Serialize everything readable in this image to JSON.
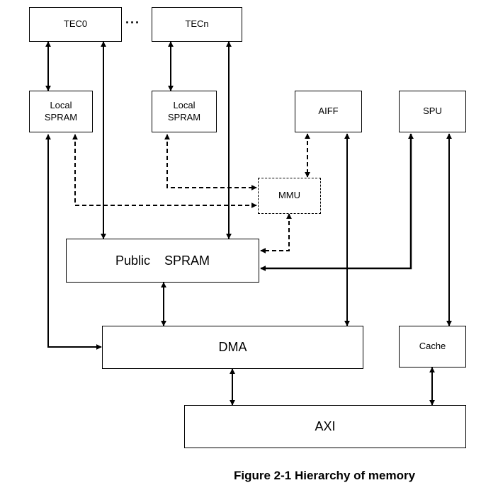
{
  "diagram": {
    "nodes": {
      "tec0": "TEC0",
      "tecn": "TECn",
      "ellipsis": "...",
      "local_spram_0": "Local\nSPRAM",
      "local_spram_n": "Local\nSPRAM",
      "aiff": "AIFF",
      "spu": "SPU",
      "mmu": "MMU",
      "public_spram": "Public    SPRAM",
      "dma": "DMA",
      "cache": "Cache",
      "axi": "AXI"
    },
    "caption": "Figure 2-1 Hierarchy of memory"
  }
}
